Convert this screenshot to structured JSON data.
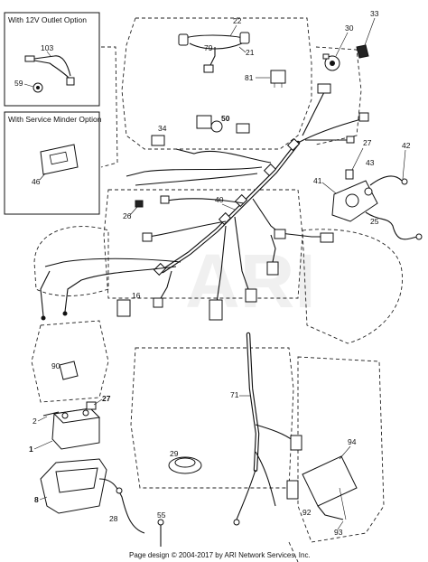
{
  "inset_12v": {
    "title": "With 12V Outlet Option",
    "labels": [
      "103",
      "59"
    ]
  },
  "inset_service_minder": {
    "title": "With Service Minder Option",
    "labels": [
      "46"
    ]
  },
  "watermark": "ARI",
  "part_labels": {
    "p22": "22",
    "p79": "79",
    "p21": "21",
    "p33": "33",
    "p30": "30",
    "p81": "81",
    "p34": "34",
    "p50": "50",
    "p27a": "27",
    "p42": "42",
    "p43": "43",
    "p41": "41",
    "p25": "25",
    "p40": "40",
    "p26": "26",
    "p16": "16",
    "p90": "90",
    "p2": "2",
    "p27b": "27",
    "p1": "1",
    "p71": "71",
    "p29": "29",
    "p94": "94",
    "p8": "8",
    "p28": "28",
    "p55": "55",
    "p92": "92",
    "p93": "93"
  },
  "footer": "Page design © 2004-2017 by ARI Network Services, Inc."
}
